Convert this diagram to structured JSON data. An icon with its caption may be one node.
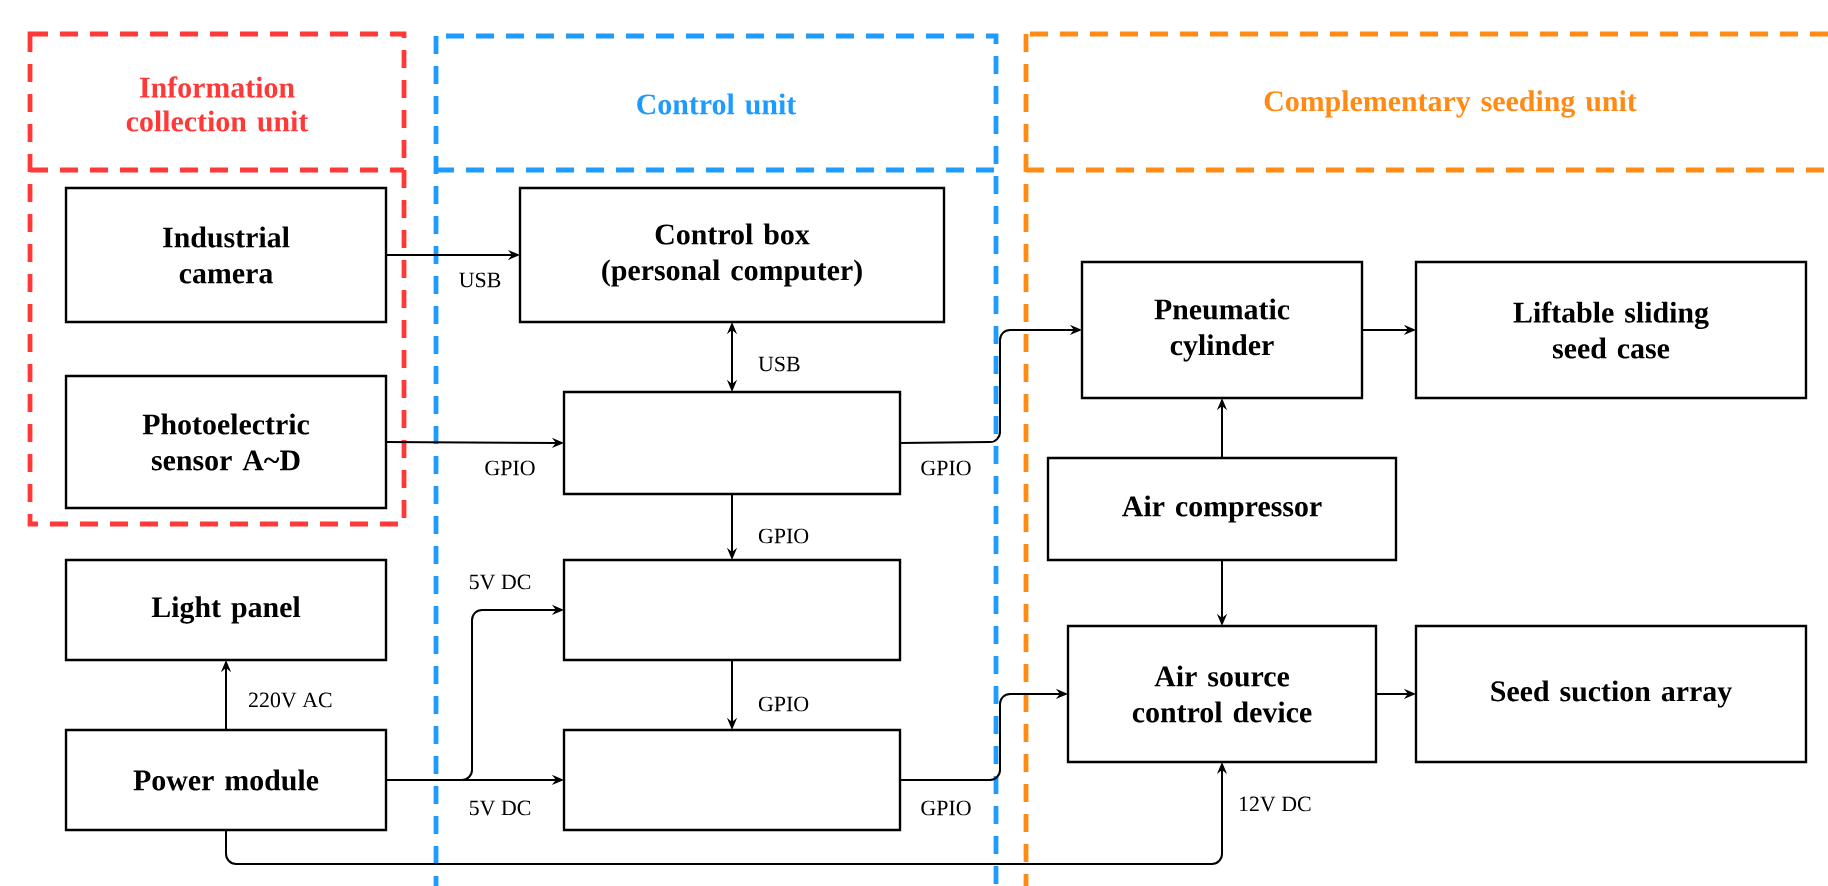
{
  "diagram": {
    "nodes": [
      {
        "text": [
          "Information collection unit"
        ]
      },
      {
        "text": [
          "Industrial camera"
        ],
        "in": 0
      },
      {
        "text": [
          "Photoelectric sensor A~D"
        ],
        "in": 0
      },
      {
        "text": [
          "Control unit"
        ]
      },
      {
        "text": [
          "Control box (personal computer)"
        ],
        "in": 3
      },
      {
        "text": [],
        "shape": "box",
        "in": 3
      },
      {
        "text": [],
        "shape": "box",
        "in": 3
      },
      {
        "text": [],
        "shape": "box",
        "in": 3
      },
      {
        "text": [
          "Complementary seeding unit"
        ]
      },
      {
        "text": [
          "Pneumatic cylinder"
        ],
        "in": 8
      },
      {
        "text": [
          "Liftable sliding seed case"
        ],
        "in": 8
      },
      {
        "text": [
          "Air compressor"
        ],
        "in": 8
      },
      {
        "text": [
          "Air source control device"
        ],
        "in": 8
      },
      {
        "text": [
          "Seed suction array"
        ],
        "in": 8
      },
      {
        "text": [
          "Light panel"
        ]
      },
      {
        "text": [
          "Power module"
        ]
      }
    ],
    "edges": [
      {
        "from": 1,
        "to": 4,
        "arrow": "to",
        "label": "USB"
      },
      {
        "from": 4,
        "to": 5,
        "arrow": "both",
        "label": "USB"
      },
      {
        "from": 2,
        "to": 5,
        "arrow": "to",
        "label": "GPIO"
      },
      {
        "from": 5,
        "to": 9,
        "arrow": "to",
        "label": "GPIO"
      },
      {
        "from": 5,
        "to": 6,
        "arrow": "to",
        "label": "GPIO"
      },
      {
        "from": 6,
        "to": 7,
        "arrow": "to",
        "label": "GPIO"
      },
      {
        "from": 15,
        "to": 6,
        "arrow": "to",
        "label": "5V DC"
      },
      {
        "from": 15,
        "to": 7,
        "arrow": "to",
        "label": "5V DC"
      },
      {
        "from": 7,
        "to": 12,
        "arrow": "to",
        "label": "GPIO"
      },
      {
        "from": 15,
        "to": 12,
        "arrow": "to",
        "label": "12V DC"
      },
      {
        "from": 15,
        "to": 14,
        "arrow": "to",
        "label": "220V AC"
      },
      {
        "from": 9,
        "to": 10,
        "arrow": "to"
      },
      {
        "from": 11,
        "to": 9,
        "arrow": "to"
      },
      {
        "from": 11,
        "to": 12,
        "arrow": "to"
      },
      {
        "from": 12,
        "to": 13,
        "arrow": "to"
      }
    ]
  }
}
